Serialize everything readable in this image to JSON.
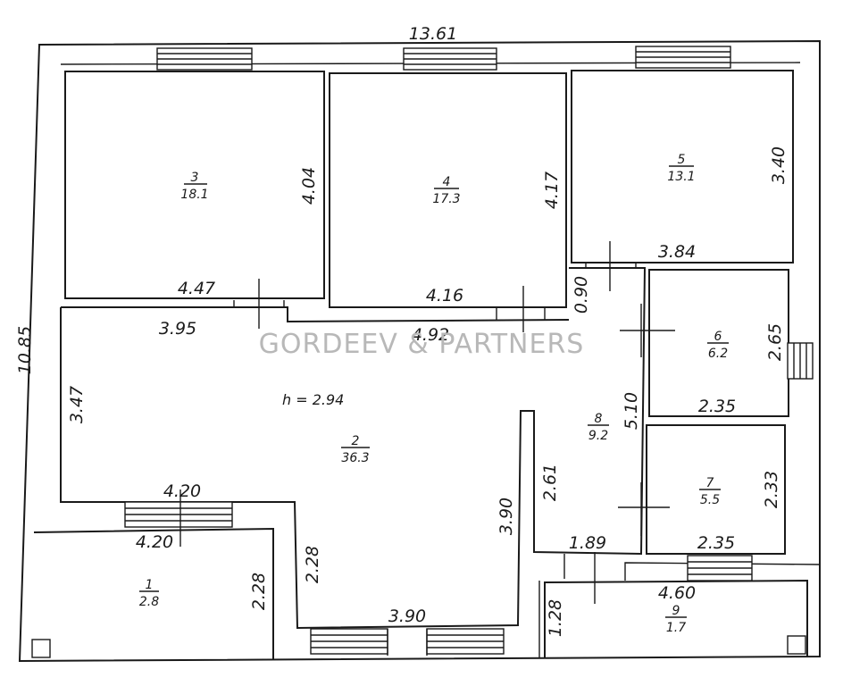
{
  "watermark": "GORDEEV & PARTNERS",
  "ceiling_height": "h = 2.94",
  "rooms": [
    {
      "id": "room-3",
      "number": "3",
      "area": "18.1"
    },
    {
      "id": "room-4",
      "number": "4",
      "area": "17.3"
    },
    {
      "id": "room-5",
      "number": "5",
      "area": "13.1"
    },
    {
      "id": "room-6",
      "number": "6",
      "area": "6.2"
    },
    {
      "id": "room-7",
      "number": "7",
      "area": "5.5"
    },
    {
      "id": "room-8",
      "number": "8",
      "area": "9.2"
    },
    {
      "id": "room-2",
      "number": "2",
      "area": "36.3"
    },
    {
      "id": "room-1",
      "number": "1",
      "area": "2.8"
    },
    {
      "id": "room-9",
      "number": "9",
      "area": "1.7"
    }
  ],
  "dimensions": {
    "overall_width": "13.61",
    "overall_height": "10.85",
    "r3_height": "4.04",
    "r3_width": "4.47",
    "r4_height": "4.17",
    "r4_width": "4.16",
    "r5_height": "3.40",
    "r5_width": "3.84",
    "r8_top": "0.90",
    "r2_top_left": "3.95",
    "r2_top_right": "4.92",
    "r2_left": "3.47",
    "r2_bottom_left": "4.20",
    "r1_width": "4.20",
    "r1_height": "2.28",
    "r2_lower_left": "2.28",
    "r2_bottom": "3.90",
    "r2_right": "3.90",
    "r8_left": "2.61",
    "r8_height": "5.10",
    "r8_bottom": "1.89",
    "r6_height": "2.65",
    "r6_width": "2.35",
    "r7_height": "2.33",
    "r7_width": "2.35",
    "r9_width": "4.60",
    "r9_height": "1.28"
  }
}
